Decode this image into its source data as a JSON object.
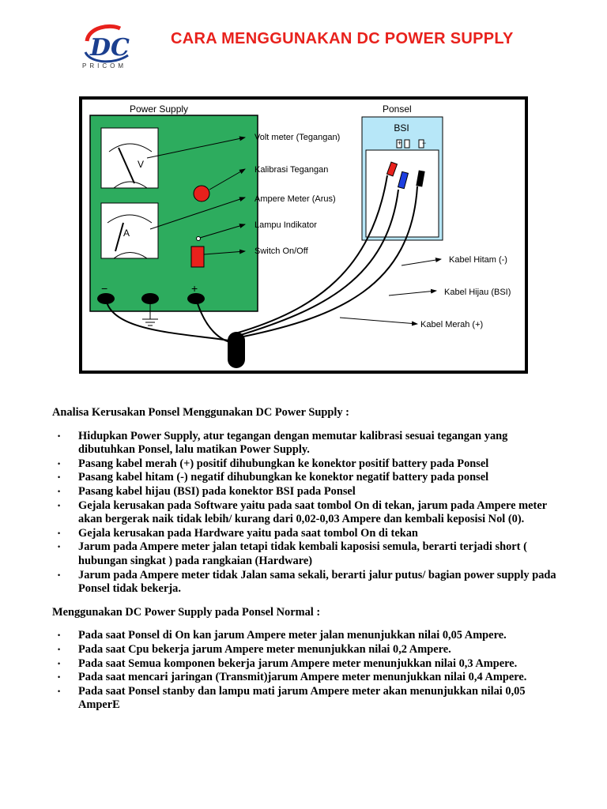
{
  "header": {
    "title": "CARA MENGGUNAKAN DC POWER SUPPLY",
    "logo_text": "PRICOM",
    "logo_letters": "DC"
  },
  "diagram": {
    "power_supply_label": "Power Supply",
    "phone_label": "Ponsel",
    "bsi_label": "BSI",
    "volt_symbol": "V",
    "amp_symbol": "A",
    "plus_symbol": "+",
    "minus_symbol": "−",
    "callouts": {
      "volt_meter": "Volt meter (Tegangan)",
      "calibration": "Kalibrasi Tegangan",
      "ampere_meter": "Ampere Meter (Arus)",
      "indicator_lamp": "Lampu Indikator",
      "switch": "Switch On/Off",
      "black_cable": "Kabel Hitam (-)",
      "green_cable": "Kabel Hijau (BSI)",
      "red_cable": "Kabel Merah (+)"
    },
    "colors": {
      "panel": "#2dac5e",
      "phone_bg": "#b7e7f8",
      "red": "#e8211c",
      "blue": "#1d3fe0"
    }
  },
  "section1": {
    "heading": "Analisa Kerusakan Ponsel Menggunakan DC Power Supply :",
    "items": [
      "Hidupkan Power Supply, atur tegangan dengan memutar kalibrasi sesuai tegangan yang dibutuhkan Ponsel, lalu matikan Power Supply.",
      "Pasang kabel merah (+) positif dihubungkan ke konektor positif battery  pada Ponsel",
      "Pasang kabel hitam (-) negatif dihubungkan ke konektor negatif battery  pada ponsel",
      "Pasang kabel hijau (BSI) pada konektor BSI pada Ponsel",
      "Gejala kerusakan pada Software yaitu pada saat tombol On di tekan,  jarum pada Ampere meter akan bergerak naik tidak lebih/ kurang dari 0,02-0,03  Ampere dan kembali keposisi Nol (0).",
      "Gejala kerusakan pada Hardware yaitu pada saat tombol On di tekan",
      "Jarum pada Ampere meter jalan tetapi tidak kembali kaposisi semula, berarti terjadi short ( hubungan singkat ) pada rangkaian (Hardware)",
      "Jarum pada Ampere meter tidak Jalan sama sekali, berarti jalur putus/ bagian power supply pada Ponsel tidak bekerja."
    ]
  },
  "section2": {
    "heading": "Menggunakan DC Power Supply pada Ponsel Normal :",
    "items": [
      "Pada saat Ponsel di On kan jarum Ampere meter jalan menunjukkan nilai 0,05 Ampere.",
      "Pada saat Cpu bekerja jarum Ampere meter menunjukkan nilai 0,2 Ampere.",
      "Pada saat Semua komponen bekerja jarum Ampere meter menunjukkan nilai 0,3 Ampere.",
      "Pada saat mencari jaringan (Transmit)jarum Ampere meter menunjukkan nilai 0,4 Ampere.",
      "Pada saat Ponsel stanby dan lampu mati jarum Ampere meter akan menunjukkan nilai 0,05 AmperE"
    ]
  }
}
